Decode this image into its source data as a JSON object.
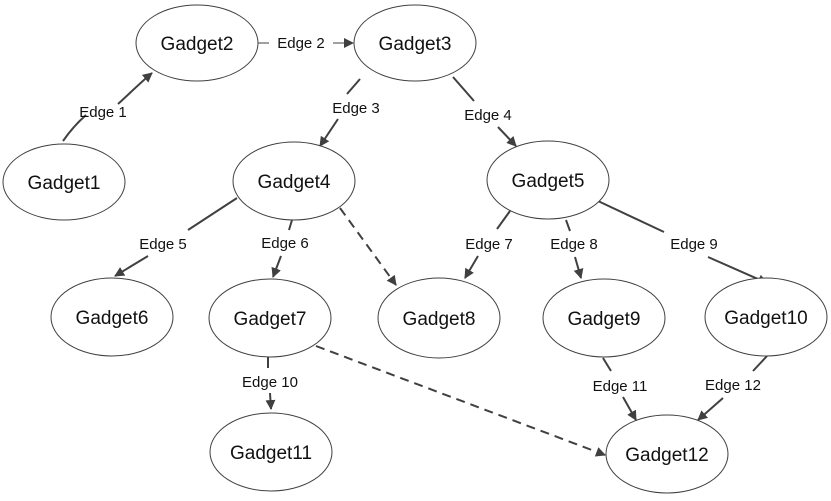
{
  "diagram": {
    "nodes": [
      {
        "id": "g1",
        "label": "Gadget1"
      },
      {
        "id": "g2",
        "label": "Gadget2"
      },
      {
        "id": "g3",
        "label": "Gadget3"
      },
      {
        "id": "g4",
        "label": "Gadget4"
      },
      {
        "id": "g5",
        "label": "Gadget5"
      },
      {
        "id": "g6",
        "label": "Gadget6"
      },
      {
        "id": "g7",
        "label": "Gadget7"
      },
      {
        "id": "g8",
        "label": "Gadget8"
      },
      {
        "id": "g9",
        "label": "Gadget9"
      },
      {
        "id": "g10",
        "label": "Gadget10"
      },
      {
        "id": "g11",
        "label": "Gadget11"
      },
      {
        "id": "g12",
        "label": "Gadget12"
      }
    ],
    "edges": [
      {
        "id": "e1",
        "from": "g1",
        "to": "g2",
        "label": "Edge 1",
        "style": "solid"
      },
      {
        "id": "e2",
        "from": "g2",
        "to": "g3",
        "label": "Edge 2",
        "style": "solid"
      },
      {
        "id": "e3",
        "from": "g3",
        "to": "g4",
        "label": "Edge 3",
        "style": "solid"
      },
      {
        "id": "e4",
        "from": "g3",
        "to": "g5",
        "label": "Edge 4",
        "style": "solid"
      },
      {
        "id": "e5",
        "from": "g4",
        "to": "g6",
        "label": "Edge 5",
        "style": "solid"
      },
      {
        "id": "e6",
        "from": "g4",
        "to": "g7",
        "label": "Edge 6",
        "style": "solid"
      },
      {
        "id": "e7",
        "from": "g5",
        "to": "g8",
        "label": "Edge 7",
        "style": "solid"
      },
      {
        "id": "e8",
        "from": "g5",
        "to": "g9",
        "label": "Edge 8",
        "style": "solid"
      },
      {
        "id": "e9",
        "from": "g5",
        "to": "g10",
        "label": "Edge 9",
        "style": "solid"
      },
      {
        "id": "e10",
        "from": "g7",
        "to": "g11",
        "label": "Edge 10",
        "style": "solid"
      },
      {
        "id": "e11",
        "from": "g9",
        "to": "g12",
        "label": "Edge 11",
        "style": "solid"
      },
      {
        "id": "e12",
        "from": "g10",
        "to": "g12",
        "label": "Edge 12",
        "style": "solid"
      },
      {
        "id": "d1",
        "from": "g4",
        "to": "g8",
        "label": "",
        "style": "dashed"
      },
      {
        "id": "d2",
        "from": "g7",
        "to": "g12",
        "label": "",
        "style": "dashed"
      }
    ],
    "colors": {
      "stroke": "#404040",
      "text": "#111111",
      "background": "#ffffff"
    }
  }
}
